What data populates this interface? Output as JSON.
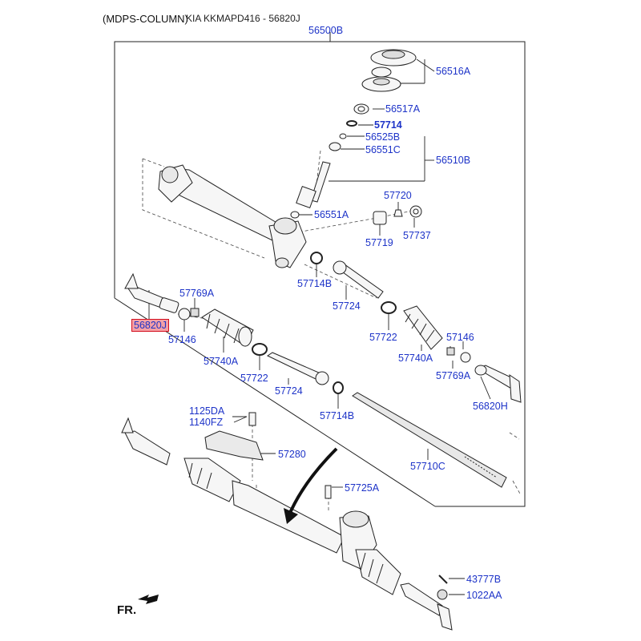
{
  "header": {
    "model": "(MDPS-COLUMN)",
    "code": "KIA KKMAPD416 - 56820J"
  },
  "front_label": "FR.",
  "highlight_color": "#d40f1e",
  "label_color": "#1d33c8",
  "parts": {
    "p56500B": "56500B",
    "p56516A": "56516A",
    "p56517A": "56517A",
    "p57714": "57714",
    "p56525B": "56525B",
    "p56551C": "56551C",
    "p56510B": "56510B",
    "p57720": "57720",
    "p56551A": "56551A",
    "p57719": "57719",
    "p57737": "57737",
    "p57714B_a": "57714B",
    "p57769A_a": "57769A",
    "p56820J": "56820J",
    "p57724_a": "57724",
    "p57146_a": "57146",
    "p57722_a": "57722",
    "p57146_b": "57146",
    "p57740A_a": "57740A",
    "p57740A_b": "57740A",
    "p57769A_b": "57769A",
    "p57722_b": "57722",
    "p57724_b": "57724",
    "p56820H": "56820H",
    "p57714B_b": "57714B",
    "p1125DA": "1125DA",
    "p1140FZ": "1140FZ",
    "p57280": "57280",
    "p57710C": "57710C",
    "p57725A": "57725A",
    "p43777B": "43777B",
    "p1022AA": "1022AA"
  }
}
